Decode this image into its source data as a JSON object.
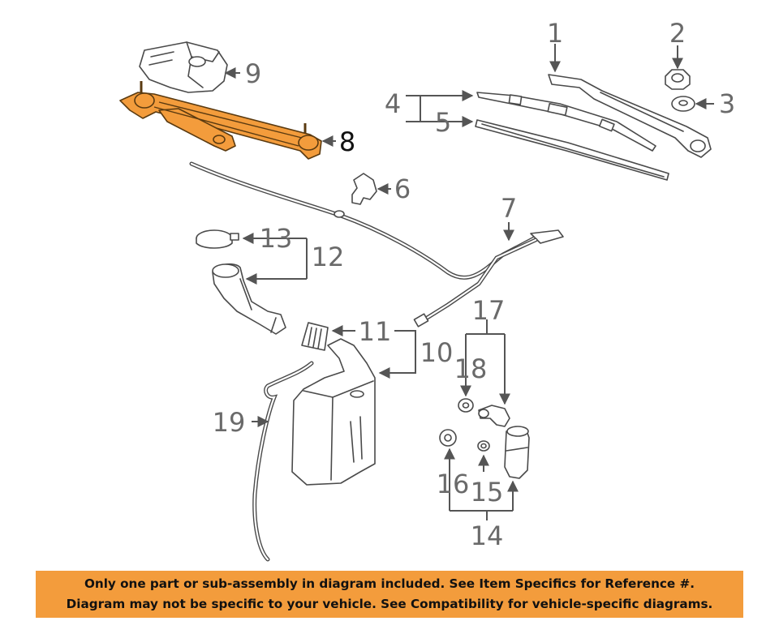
{
  "callouts": {
    "c1": "1",
    "c2": "2",
    "c3": "3",
    "c4": "4",
    "c5": "5",
    "c6": "6",
    "c7": "7",
    "c8": "8",
    "c9": "9",
    "c10": "10",
    "c11": "11",
    "c12": "12",
    "c13": "13",
    "c14": "14",
    "c15": "15",
    "c16": "16",
    "c17": "17",
    "c18": "18",
    "c19": "19"
  },
  "highlighted_part": "8",
  "colors": {
    "highlight": "#f39c3c",
    "banner": "#f39c3c",
    "line": "#4a4a4a",
    "callout_text": "#6a6a6a"
  },
  "disclaimer": {
    "line1": "Only one part or sub-assembly in diagram included. See Item Specifics for Reference #.",
    "line2": "Diagram may not be specific to your vehicle. See Compatibility for vehicle-specific diagrams."
  }
}
